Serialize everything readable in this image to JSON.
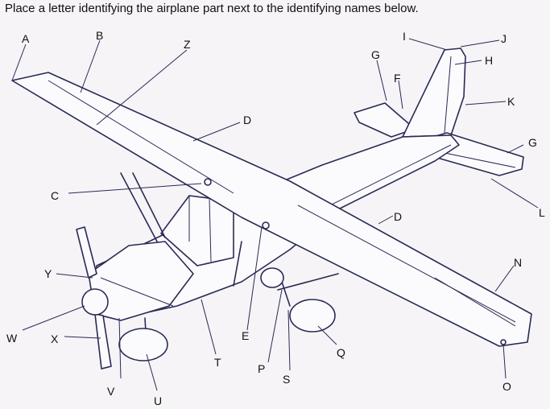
{
  "instruction": "Place a letter identifying the airplane part next to the identifying names below.",
  "colors": {
    "ink": "#2a2a55",
    "paper": "#f6f4f7",
    "label": "#111111"
  },
  "labels": [
    "A",
    "B",
    "Z",
    "C",
    "D",
    "D",
    "E",
    "F",
    "G",
    "G",
    "H",
    "I",
    "J",
    "K",
    "L",
    "N",
    "O",
    "P",
    "Q",
    "S",
    "T",
    "U",
    "V",
    "W",
    "X",
    "Y"
  ]
}
